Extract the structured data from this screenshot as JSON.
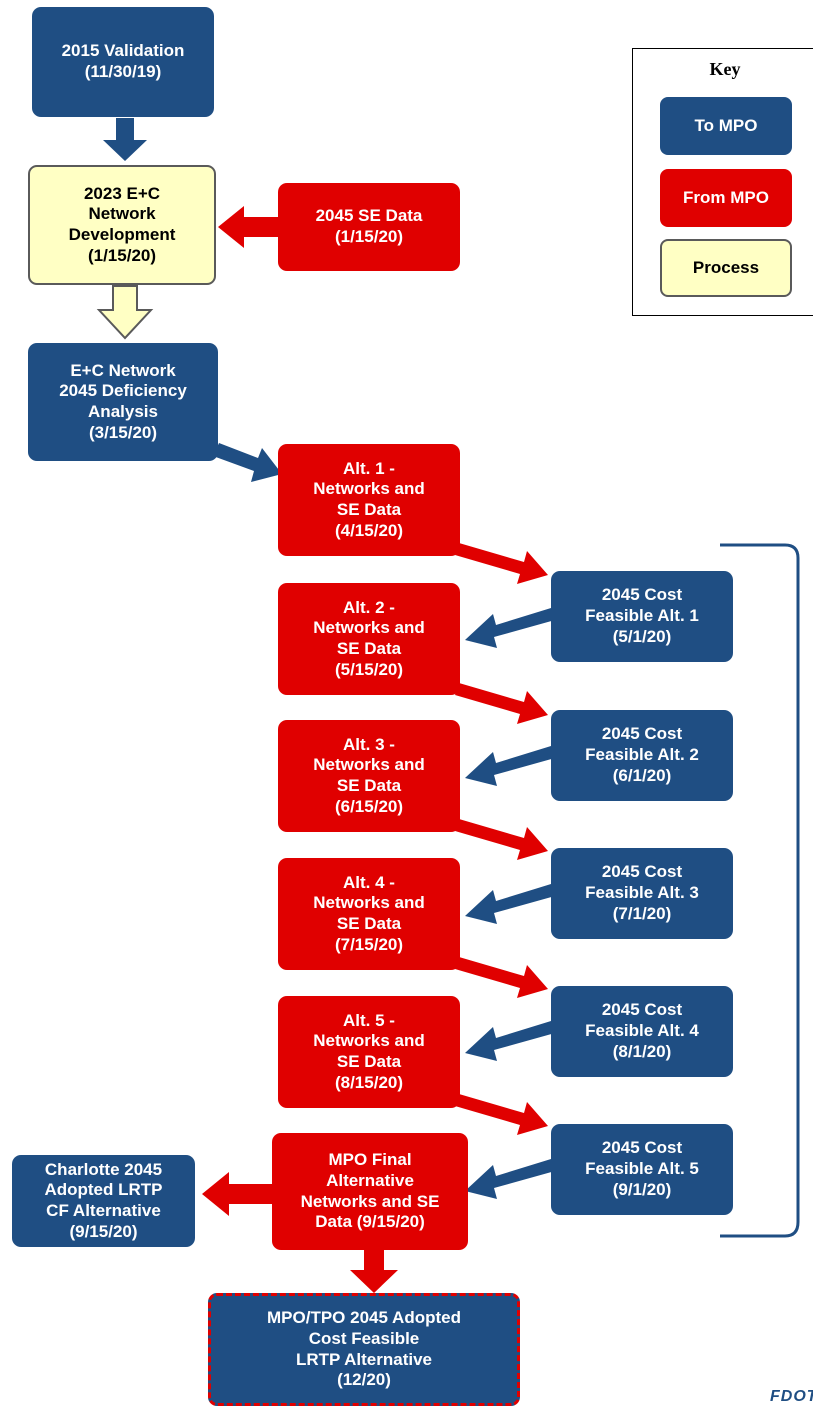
{
  "nodes": {
    "validation": "2015 Validation\n(11/30/19)",
    "ec_dev": "2023 E+C\nNetwork\nDevelopment\n(1/15/20)",
    "se_data": "2045 SE Data\n(1/15/20)",
    "deficiency": "E+C Network\n2045 Deficiency\nAnalysis\n(3/15/20)",
    "alt1": "Alt. 1 -\nNetworks and\nSE Data\n(4/15/20)",
    "alt2": "Alt. 2 -\nNetworks and\nSE Data\n(5/15/20)",
    "alt3": "Alt. 3 -\nNetworks and\nSE Data\n(6/15/20)",
    "alt4": "Alt. 4 -\nNetworks and\nSE Data\n(7/15/20)",
    "alt5": "Alt. 5 -\nNetworks and\nSE Data\n(8/15/20)",
    "cf1": "2045 Cost\nFeasible  Alt. 1\n(5/1/20)",
    "cf2": "2045 Cost\nFeasible Alt. 2\n(6/1/20)",
    "cf3": "2045 Cost\nFeasible  Alt. 3\n(7/1/20)",
    "cf4": "2045 Cost\nFeasible Alt. 4\n(8/1/20)",
    "cf5": "2045 Cost\nFeasible Alt. 5\n(9/1/20)",
    "mpo_final": "MPO Final\nAlternative\nNetworks and SE\nData (9/15/20)",
    "charlotte": "Charlotte 2045\nAdopted LRTP\nCF Alternative\n(9/15/20)",
    "adopted": "MPO/TPO 2045 Adopted\nCost Feasible\nLRTP Alternative\n(12/20)"
  },
  "key": {
    "title": "Key",
    "to_mpo": "To MPO",
    "from_mpo": "From MPO",
    "process": "Process"
  },
  "logo": "FDOT",
  "colors": {
    "blue": "#1f4e83",
    "red": "#e00000",
    "yellow": "#ffffc4"
  }
}
